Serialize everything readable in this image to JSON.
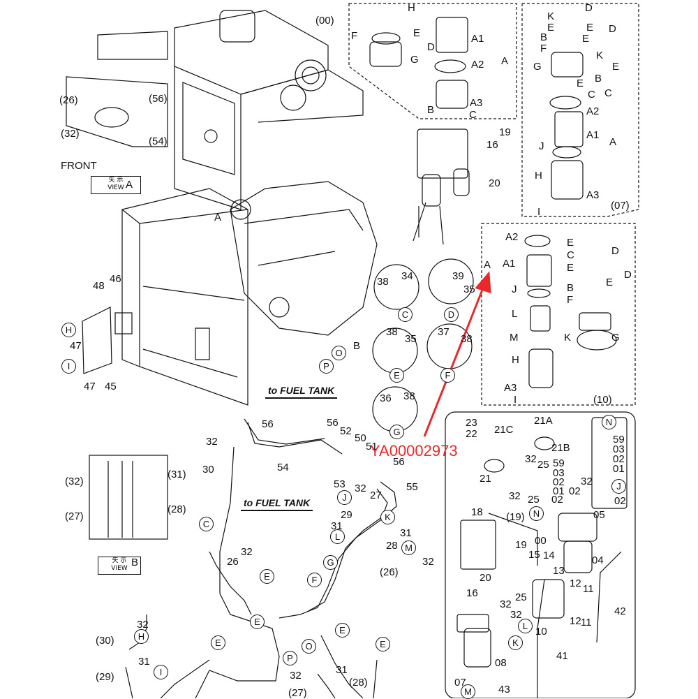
{
  "header_parts": {
    "group_00": "(00)",
    "group_07": "(07)",
    "group_10": "(10)"
  },
  "labels_00": [
    "H",
    "E",
    "F",
    "G",
    "D",
    "A1",
    "A2",
    "A",
    "A3",
    "B",
    "C"
  ],
  "labels_07": [
    "D",
    "K",
    "E",
    "E",
    "D",
    "B",
    "F",
    "E",
    "K",
    "G",
    "E",
    "B",
    "C",
    "E",
    "C",
    "A2",
    "A1",
    "A",
    "J",
    "H",
    "A3",
    "I"
  ],
  "labels_10": [
    "A2",
    "A",
    "A1",
    "J",
    "L",
    "M",
    "H",
    "A3",
    "I",
    "E",
    "D",
    "C",
    "E",
    "B",
    "F",
    "D",
    "E",
    "G",
    "K"
  ],
  "main_labels": [
    "(26)",
    "(56)",
    "(32)",
    "(54)",
    "FRONT",
    "48",
    "46",
    "47",
    "47",
    "45",
    "19",
    "16",
    "20",
    "A",
    "38",
    "34",
    "39",
    "35",
    "38",
    "35",
    "37",
    "38",
    "36",
    "38",
    "56",
    "32",
    "30",
    "54",
    "56",
    "52",
    "50",
    "51",
    "56",
    "53",
    "55",
    "32",
    "27",
    "29",
    "31",
    "28",
    "31",
    "32",
    "(26)",
    "26",
    "32",
    "32",
    "(30)",
    "31",
    "(29)",
    "32",
    "31",
    "(28)",
    "(27)",
    "(32)",
    "(31)",
    "(27)",
    "(28)",
    "B"
  ],
  "circled": [
    "H",
    "I",
    "C",
    "E",
    "F",
    "G",
    "O",
    "P",
    "J",
    "K",
    "L",
    "M",
    "N",
    "D"
  ],
  "view_a": {
    "kana": "矢 示",
    "word": "VIEW",
    "letter": "A"
  },
  "view_b": {
    "kana": "矢 示",
    "word": "VIEW",
    "letter": "B"
  },
  "fuel_tank_1": "to FUEL TANK",
  "fuel_tank_2": "to FUEL TANK",
  "watermark": "YA00002973",
  "detail_labels": [
    "23",
    "21C",
    "22",
    "21A",
    "21B",
    "32",
    "25",
    "21",
    "59",
    "03",
    "02",
    "01",
    "32",
    "25",
    "32",
    "02",
    "02",
    "59",
    "03",
    "02",
    "01",
    "02",
    "18",
    "(19)",
    "05",
    "00",
    "19",
    "15",
    "14",
    "04",
    "20",
    "13",
    "12",
    "11",
    "16",
    "32",
    "25",
    "12",
    "11",
    "42",
    "32",
    "10",
    "08",
    "07",
    "41",
    "43"
  ]
}
